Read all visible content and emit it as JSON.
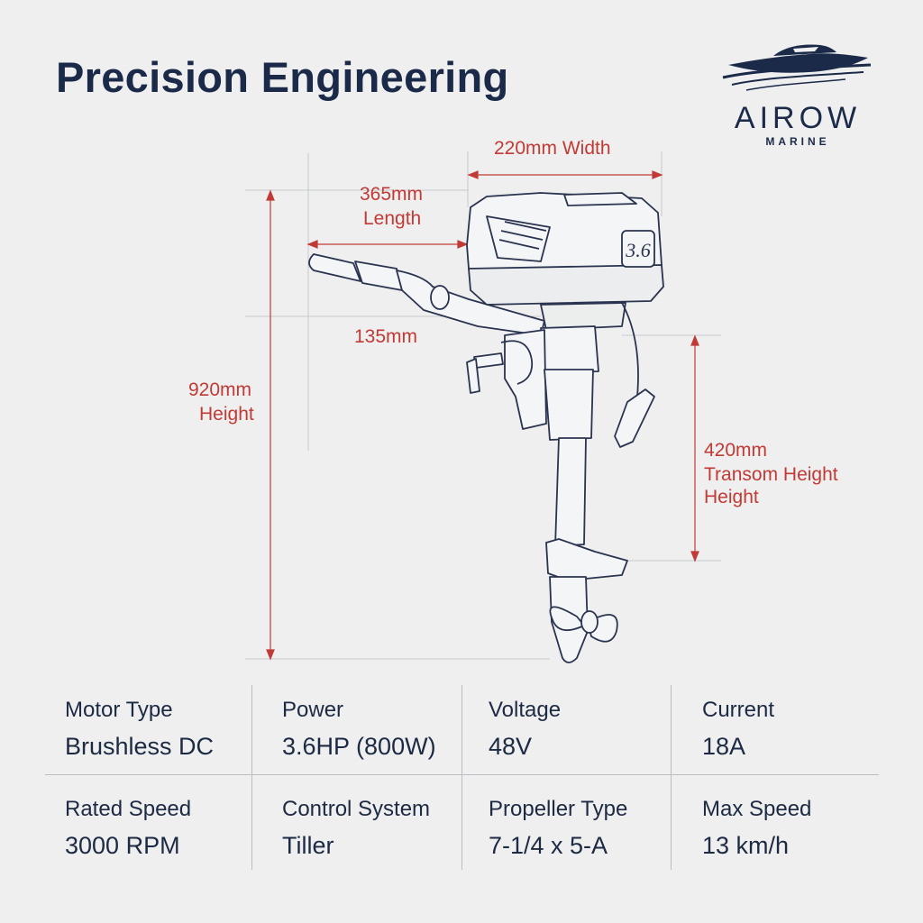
{
  "title": "Precision Engineering",
  "logo": {
    "name": "AIROW",
    "subtitle": "MARINE",
    "icon": "boat-wave-icon"
  },
  "colors": {
    "navy": "#1c2a4a",
    "dimension_red": "#c23a36",
    "background": "#eeefee"
  },
  "dimensions": {
    "width": "220mm Width",
    "length_value": "365mm",
    "length_label": "Length",
    "tiller": "135mm",
    "height_value": "920mm",
    "height_label": "Height",
    "transom_value": "420mm",
    "transom_label": "Transom Height",
    "transom_label2": "Height"
  },
  "motor_badge": "3.6",
  "specs": [
    [
      {
        "label": "Motor Type",
        "value": "Brushless DC"
      },
      {
        "label": "Power",
        "value": "3.6HP (800W)"
      },
      {
        "label": "Voltage",
        "value": "48V"
      },
      {
        "label": "Current",
        "value": "18A"
      }
    ],
    [
      {
        "label": "Rated Speed",
        "value": "3000 RPM"
      },
      {
        "label": "Control System",
        "value": "Tiller"
      },
      {
        "label": "Propeller Type",
        "value": "7-1/4 x 5-A"
      },
      {
        "label": "Max Speed",
        "value": "13 km/h"
      }
    ]
  ]
}
